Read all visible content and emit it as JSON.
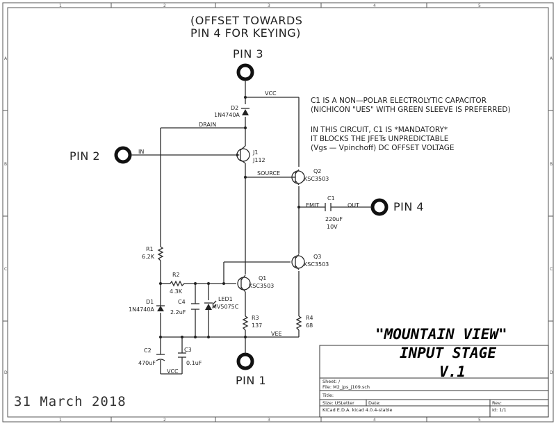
{
  "header_note": {
    "line1": "(OFFSET TOWARDS",
    "line2": "PIN 4 FOR KEYING)"
  },
  "pins": {
    "pin1": "PIN 1",
    "pin2": "PIN 2",
    "pin3": "PIN 3",
    "pin4": "PIN 4"
  },
  "nets": {
    "vcc_top": "VCC",
    "drain": "DRAIN",
    "in": "IN",
    "source": "SOURCE",
    "emit": "EMIT",
    "out": "OUT",
    "vee": "VEE",
    "vcc_bottom": "VCC"
  },
  "components": {
    "d2_ref": "D2",
    "d2_val": "1N4740A",
    "j1_ref": "J1",
    "j1_val": "J112",
    "q2_ref": "Q2",
    "q2_val": "KSC3503",
    "c1_ref": "C1",
    "c1_val": "220uF",
    "c1_volt": "10V",
    "q3_ref": "Q3",
    "q3_val": "KSC3503",
    "r1_ref": "R1",
    "r1_val": "6.2K",
    "r2_ref": "R2",
    "r2_val": "4.3K",
    "q1_ref": "Q1",
    "q1_val": "KSC3503",
    "d1_ref": "D1",
    "d1_val": "1N4740A",
    "c4_ref": "C4",
    "c4_val": "2.2uF",
    "led1_ref": "LED1",
    "led1_val": "MV5075C",
    "r3_ref": "R3",
    "r3_val": "137",
    "r4_ref": "R4",
    "r4_val": "68",
    "c2_ref": "C2",
    "c2_val": "470uF",
    "c3_ref": "C3",
    "c3_val": "0.1uF"
  },
  "notes": [
    "C1 IS A NON—POLAR ELECTROLYTIC CAPACITOR",
    "(NICHICON \"UES\" WITH GREEN SLEEVE IS PREFERRED)",
    "IN THIS CIRCUIT, C1 IS *MANDATORY*",
    "IT BLOCKS THE JFETs UNPREDICTABLE",
    "(Vgs — Vpinchoff) DC OFFSET VOLTAGE"
  ],
  "title": {
    "line1": "\"MOUNTAIN VIEW\"",
    "line2": "INPUT STAGE",
    "line3": "V.1"
  },
  "title_block": {
    "sheet": "Sheet: /",
    "file": "File: M2_jps_j109.sch",
    "title": "Title:",
    "size": "Size: USLetter",
    "date": "Date:",
    "rev": "Rev:",
    "kicad": "KiCad E.D.A.  kicad 4.0.4-stable",
    "id": "Id: 1/1"
  },
  "date_stamp": "31 March 2018",
  "border": {
    "cols": [
      "1",
      "2",
      "3",
      "4",
      "5"
    ],
    "rows": [
      "A",
      "B",
      "C",
      "D"
    ]
  }
}
